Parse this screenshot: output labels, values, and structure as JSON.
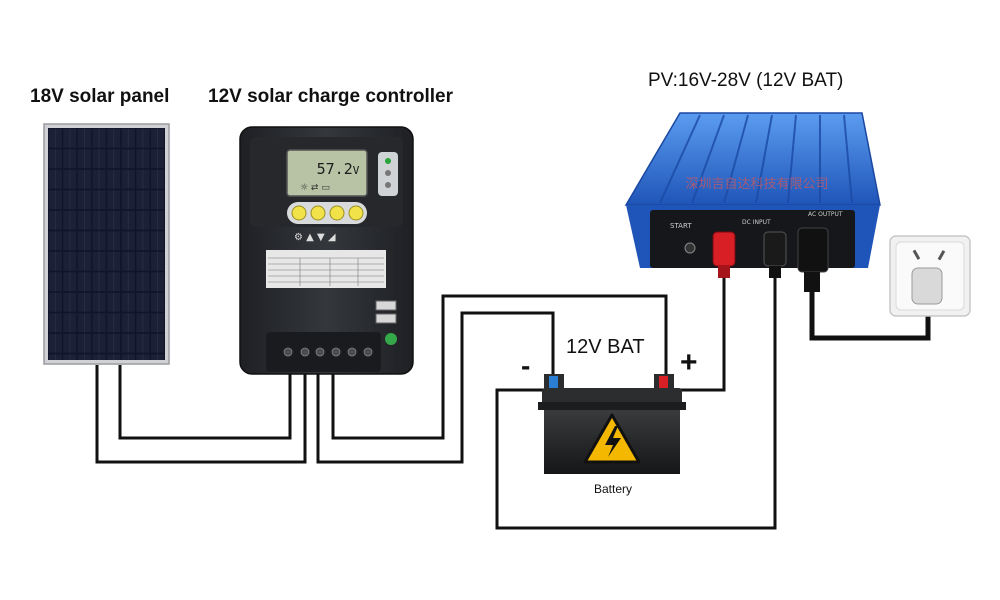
{
  "labels": {
    "panel": "18V solar panel",
    "controller": "12V solar charge controller",
    "inverter": "PV:16V-28V (12V BAT)",
    "battery": "12V BAT",
    "minus": "-",
    "plus": "+"
  },
  "controller": {
    "lcd_value": "57.2",
    "lcd_unit": "V"
  },
  "battery": {
    "label": "Battery"
  },
  "inverter": {
    "watermark": "深圳吉自达科技有限公司",
    "start_label": "START",
    "dc_input_label": "DC INPUT",
    "ac_output_label": "AC OUTPUT"
  },
  "colors": {
    "wire": "#111111",
    "panel_frame": "#c7c9cc",
    "panel_cell": "#1a1f33",
    "controller_body": "#2a2c30",
    "lcd": "#b8c2a4",
    "button_yellow": "#f2e24a",
    "inverter_blue": "#2f6fd6",
    "terminal_red": "#d81f26",
    "battery_body": "#2a2b2c",
    "warning_yellow": "#f5b800"
  }
}
